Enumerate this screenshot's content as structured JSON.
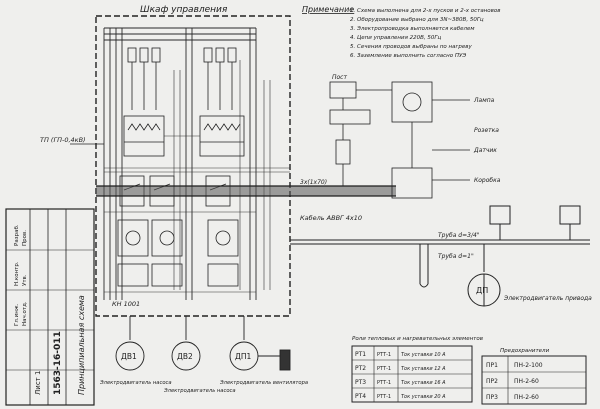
{
  "header": {
    "panel_title": "Шкаф управления",
    "notes_heading": "Примечание"
  },
  "notes": [
    "1. Схема выполнена для 2-х пусков и 2-х остановов",
    "2. Оборудование выбрано для 3N~380В, 50Гц",
    "3. Электропроводка выполняется кабелем",
    "4. Цепи управления 220В, 50Гц",
    "5. Сечения проводов выбраны по нагреву",
    "6. Заземление выполнить согласно ПУЭ"
  ],
  "labels": {
    "left_feed": "ТП (ГП-0,4кВ)",
    "starter": "КН 1001",
    "cable_trunk": "3х(1х70)",
    "motor_1": "ДВ1",
    "motor_2": "ДВ2",
    "motor_3": "ДП1",
    "motor_4": "ДП",
    "motor_1_caption": "Электродвигатель насоса",
    "motor_2_caption": "Электродвигатель насоса",
    "motor_3_caption": "Электродвигатель вентилятора",
    "motor_4_caption": "Электродвигатель привода",
    "right_pipe_1": "Труба d=3/4\"",
    "right_pipe_2": "Труба d=1\"",
    "junction": "Коробка",
    "cable_run": "Кабель АВВГ 4х10",
    "signal_box": "Пост",
    "lamp": "Лампа",
    "sensor": "Датчик",
    "outlet": "Розетка"
  },
  "table_left": {
    "heading": "Роли тепловых и нагревательных элементов",
    "rows": [
      {
        "pos": "РТ1",
        "type": "РТТ-1",
        "desc": "Ток уставки 10 А"
      },
      {
        "pos": "РТ2",
        "type": "РТТ-1",
        "desc": "Ток уставки 12 А"
      },
      {
        "pos": "РТ3",
        "type": "РТТ-1",
        "desc": "Ток уставки 16 А"
      },
      {
        "pos": "РТ4",
        "type": "РТТ-1",
        "desc": "Ток уставки 20 А"
      }
    ]
  },
  "table_right": {
    "heading": "Предохранители",
    "rows": [
      {
        "pos": "ПР1",
        "desc": "ПН-2-100"
      },
      {
        "pos": "ПР2",
        "desc": "ПН-2-60"
      },
      {
        "pos": "ПР3",
        "desc": "ПН-2-60"
      }
    ]
  },
  "title_block": {
    "title": "Принципиальная схема",
    "code": "1563-16-011",
    "sheet": "Лист 1",
    "rows": [
      "Разраб.",
      "Пров.",
      "Н.контр.",
      "Утв.",
      "Гл.инж.",
      "Нач.отд."
    ]
  },
  "colors": {
    "paper": "#efefed",
    "ink": "#1e1e1e",
    "shadow": "#3a3a3a"
  }
}
